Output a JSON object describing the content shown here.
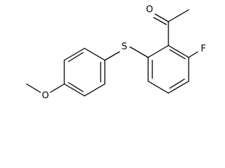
{
  "molecule": {
    "atoms": {
      "oxygen_carbonyl": "O",
      "fluorine": "F",
      "sulfur": "S",
      "oxygen_methoxy": "O"
    }
  }
}
